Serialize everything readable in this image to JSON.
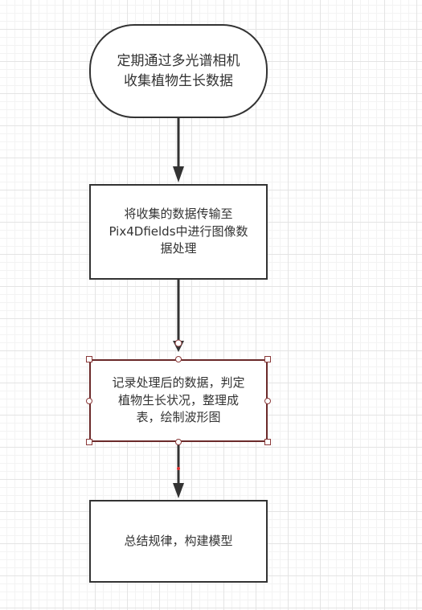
{
  "diagram": {
    "nodes": [
      {
        "id": "n1",
        "shape": "terminal",
        "label": "定期通过多光谱相机\n收集植物生长数据"
      },
      {
        "id": "n2",
        "shape": "process",
        "label": "将收集的数据传输至\nPix4Dfields中进行图像数\n据处理"
      },
      {
        "id": "n3",
        "shape": "process",
        "selected": true,
        "label": "记录处理后的数据，判定\n植物生长状况，整理成\n表，绘制波形图"
      },
      {
        "id": "n4",
        "shape": "process",
        "label": "总结规律，构建模型"
      }
    ],
    "edges": [
      {
        "from": "n1",
        "to": "n2"
      },
      {
        "from": "n2",
        "to": "n3"
      },
      {
        "from": "n3",
        "to": "n4"
      }
    ],
    "colors": {
      "stroke": "#333333",
      "selection": "#8b3a3a",
      "grid": "#e4e4e4"
    }
  }
}
